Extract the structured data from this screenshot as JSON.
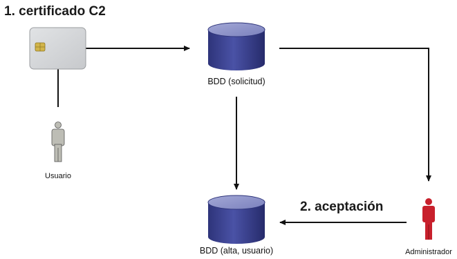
{
  "steps": {
    "step1": "1. certificado C2",
    "step2": "2. aceptación"
  },
  "nodes": {
    "card": {
      "icon": "smart-card-icon"
    },
    "db_request": {
      "label": "BDD (solicitud)",
      "icon": "database-icon"
    },
    "db_final": {
      "label": "BDD (alta, usuario)",
      "icon": "database-icon"
    },
    "user": {
      "label": "Usuario",
      "icon": "person-icon"
    },
    "admin": {
      "label": "Administrador",
      "icon": "person-icon"
    }
  },
  "colors": {
    "database_top": "#8f94c9",
    "database_body": "#3d4492",
    "card_fill": "#d4d6d8",
    "chip": "#d2b54a",
    "user_figure": "#bdbdb5",
    "admin_figure": "#c8202c",
    "arrows": "#111111"
  }
}
